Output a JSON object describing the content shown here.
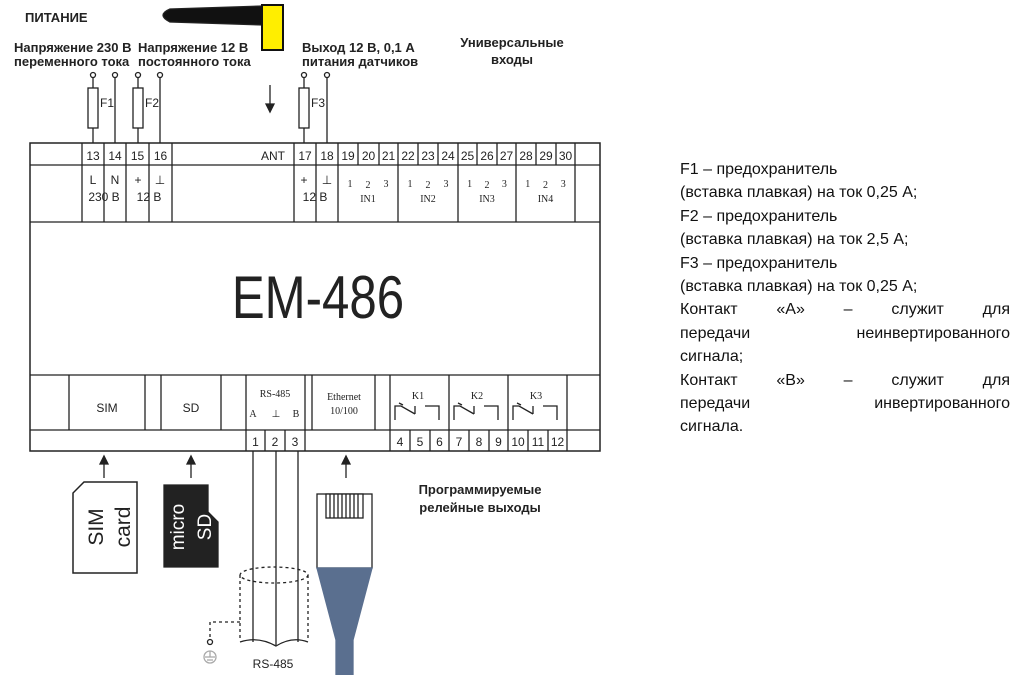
{
  "titles": {
    "power": "ПИТАНИЕ",
    "v230_1": "Напряжение 230 В",
    "v230_2": "переменного тока",
    "v12_1": "Напряжение 12 В",
    "v12_2": "постоянного тока",
    "out_1": "Выход 12 В, 0,1 А",
    "out_2": "питания датчиков",
    "uni_1": "Универсальные",
    "uni_2": "входы",
    "relay_1": "Программируемые",
    "relay_2": "релейные выходы",
    "rs485_cable": "RS-485"
  },
  "fuses": [
    "F1",
    "F2",
    "F3"
  ],
  "device": {
    "model": "EM-486",
    "ant": "ANT",
    "top_terminals": [
      "13",
      "14",
      "15",
      "16",
      "17",
      "18",
      "19",
      "20",
      "21",
      "22",
      "23",
      "24",
      "25",
      "26",
      "27",
      "28",
      "29",
      "30"
    ],
    "bottom_terminals": [
      "1",
      "2",
      "3",
      "4",
      "5",
      "6",
      "7",
      "8",
      "9",
      "10",
      "11",
      "12"
    ],
    "l": "L",
    "n": "N",
    "v230": "230 В",
    "plus": "+",
    "gnd": "⊥",
    "v12": "12 В",
    "inputs": [
      "IN1",
      "IN2",
      "IN3",
      "IN4"
    ],
    "input_pins": [
      "1",
      "2",
      "3"
    ],
    "sim": "SIM",
    "sd": "SD",
    "rs485": "RS-485",
    "a": "A",
    "b": "B",
    "eth_1": "Ethernet",
    "eth_2": "10/100",
    "relays": [
      "K1",
      "K2",
      "K3"
    ]
  },
  "cards": {
    "sim_1": "SIM",
    "sim_2": "card",
    "sd_1": "micro",
    "sd_2": "SD"
  },
  "legend": [
    "F1 – предохранитель",
    "(вставка плавкая) на ток 0,25 А;",
    "F2 – предохранитель",
    "(вставка плавкая) на ток 2,5 А;",
    "F3 – предохранитель",
    "(вставка плавкая) на ток 0,25 А;",
    "Контакт «А» – служит для",
    "передачи неинвертированного",
    "сигнала;",
    "Контакт «В» – служит для",
    "передачи инвертированного",
    "сигнала."
  ],
  "colors": {
    "antenna_tip": "#ffee00",
    "cable": "#5a6f8f"
  }
}
